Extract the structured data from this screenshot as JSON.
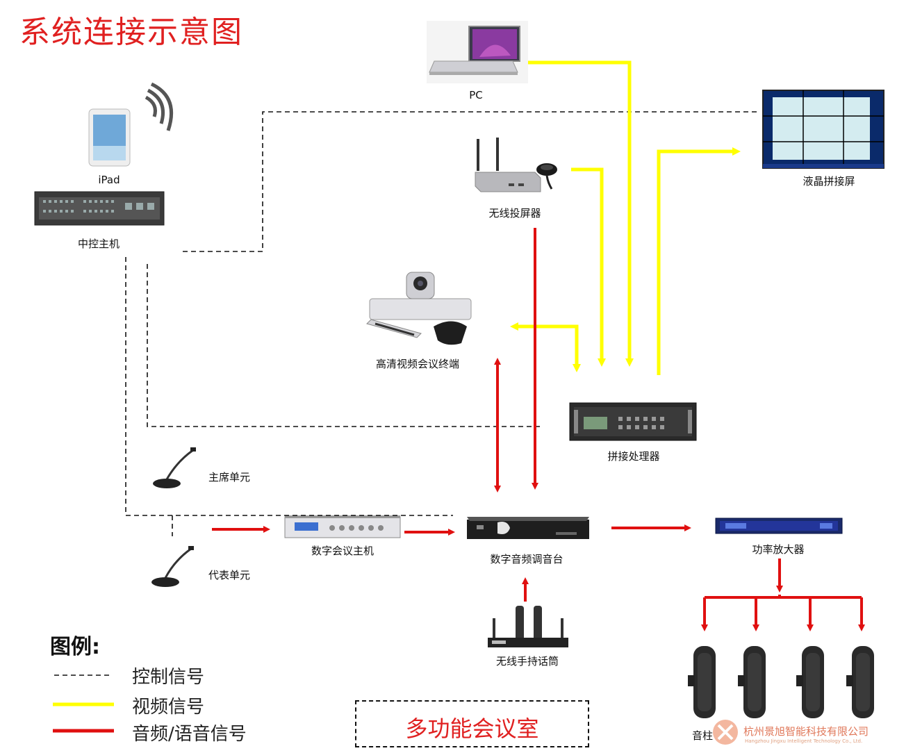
{
  "title": "系统连接示意图",
  "devices": {
    "pc": "PC",
    "ipad": "iPad",
    "central_control": "中控主机",
    "wireless_projector": "无线投屏器",
    "lcd_wall": "液晶拼接屏",
    "video_terminal": "高清视频会议终端",
    "splice_processor": "拼接处理器",
    "chairman_unit": "主席单元",
    "delegate_unit": "代表单元",
    "conference_host": "数字会议主机",
    "audio_mixer": "数字音频调音台",
    "power_amp": "功率放大器",
    "wireless_mic": "无线手持话筒",
    "column_speaker": "音柱"
  },
  "legend": {
    "title": "图例:",
    "items": [
      {
        "label": "控制信号",
        "style": "dashed",
        "color": "#111111"
      },
      {
        "label": "视频信号",
        "style": "solid",
        "color": "#ffff00"
      },
      {
        "label": "音频/语音信号",
        "style": "solid",
        "color": "#e01010"
      }
    ]
  },
  "room_label": "多功能会议室",
  "watermark": {
    "company": "杭州景旭智能科技有限公司",
    "company_en": "Hangzhou Jingxu Intelligent Technology Co., Ltd."
  },
  "colors": {
    "title": "#e02020",
    "video": "#ffff00",
    "audio": "#e01010",
    "control": "#111111"
  }
}
